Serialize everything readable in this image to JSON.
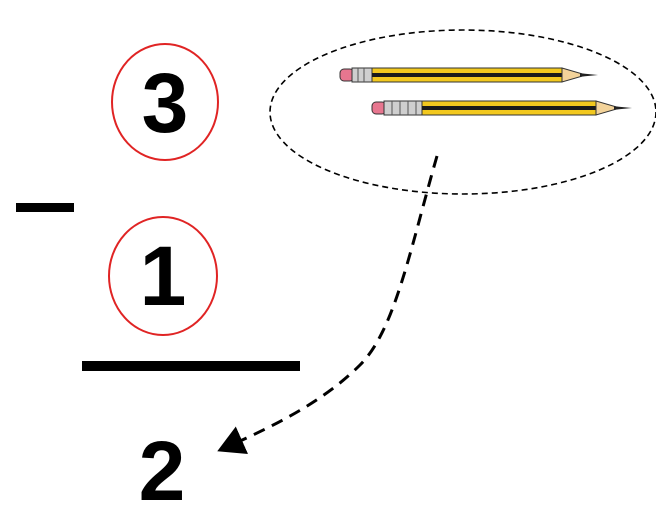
{
  "problem": {
    "minuend": "3",
    "subtrahend": "1",
    "difference": "2",
    "operator": "−"
  },
  "objects": [
    {
      "kind": "pencil-icon",
      "count": 2
    }
  ],
  "colors": {
    "circle": "#e02424",
    "ink": "#000000",
    "pencil_body": "#f2c81e",
    "pencil_stripe": "#1a1a1a",
    "pencil_wood": "#f3d39a",
    "eraser": "#e7768f",
    "ferrule": "#c9c9c9"
  }
}
